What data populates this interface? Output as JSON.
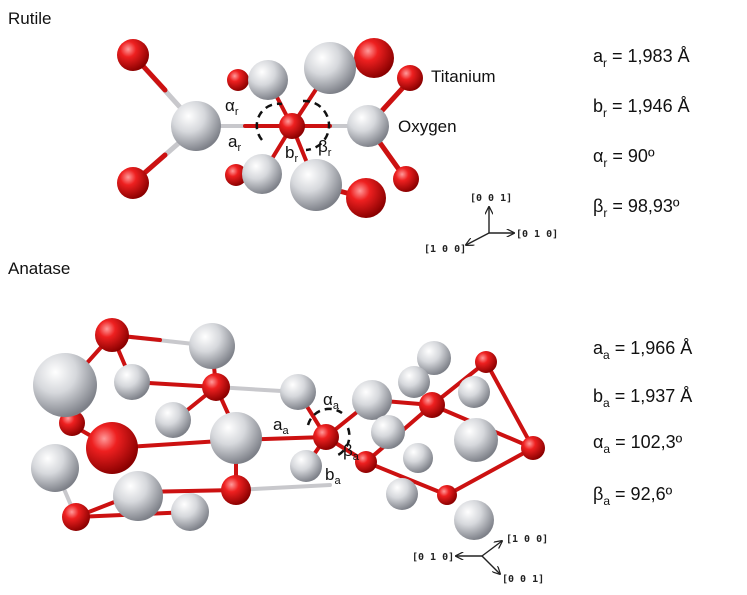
{
  "colors": {
    "oxygen": "#dd1111",
    "titanium": "#d8dadd",
    "bond_o": "#cc1111",
    "bond_ti": "#c8c8cc"
  },
  "rutile": {
    "title": "Rutile",
    "labels": {
      "titanium": "Titanium",
      "oxygen": "Oxygen"
    },
    "geom": {
      "a_base": "a",
      "a_sub": "r",
      "b_base": "b",
      "b_sub": "r",
      "alpha_base": "α",
      "alpha_sub": "r",
      "beta_base": "β",
      "beta_sub": "r"
    },
    "params": [
      {
        "base": "a",
        "sub": "r",
        "value": " = 1,983 Å"
      },
      {
        "base": "b",
        "sub": "r",
        "value": " = 1,946 Å"
      },
      {
        "base": "α",
        "sub": "r",
        "value": " = 90º"
      },
      {
        "base": "β",
        "sub": "r",
        "value": " = 98,93º"
      }
    ],
    "axes": {
      "up": "[0 0 1]",
      "left": "[1 0 0]",
      "right": "[0 1 0]"
    }
  },
  "anatase": {
    "title": "Anatase",
    "geom": {
      "a_base": "a",
      "a_sub": "a",
      "b_base": "b",
      "b_sub": "a",
      "alpha_base": "α",
      "alpha_sub": "a",
      "beta_base": "β",
      "beta_sub": "a"
    },
    "params": [
      {
        "base": "a",
        "sub": "a",
        "value": " = 1,966 Å"
      },
      {
        "base": "b",
        "sub": "a",
        "value": " = 1,937 Å"
      },
      {
        "base": "α",
        "sub": "a",
        "value": " = 102,3º"
      },
      {
        "base": "β",
        "sub": "a",
        "value": " = 92,6º"
      }
    ],
    "axes": {
      "up": "[1 0 0]",
      "left": "[0 1 0]",
      "down": "[0 0 1]"
    }
  }
}
